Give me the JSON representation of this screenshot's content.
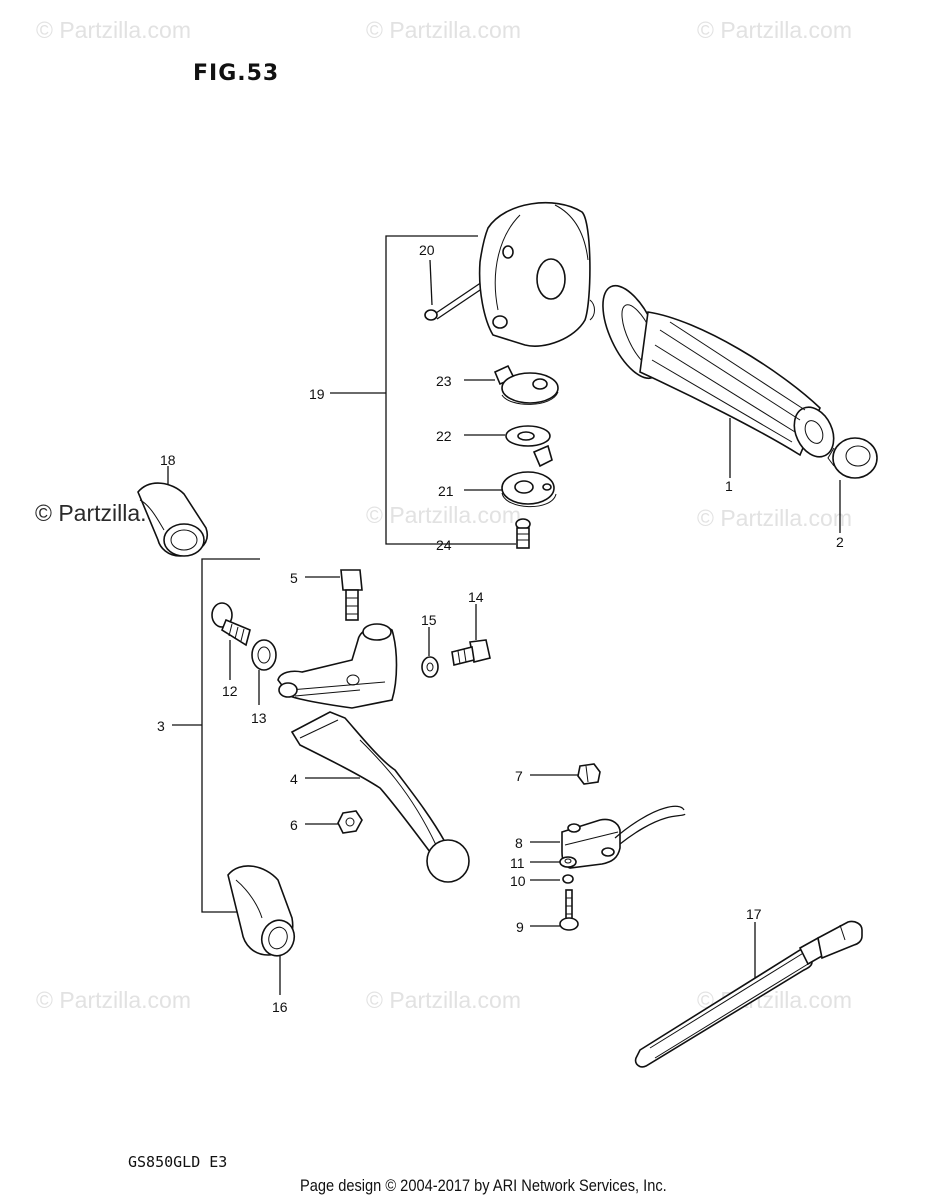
{
  "figure": {
    "title": "FIG.53",
    "model": "GS850GLD E3"
  },
  "footer": {
    "copyright": "Page design © 2004-2017 by ARI Network Services, Inc."
  },
  "watermark": {
    "text": "© Partzilla.com",
    "color": "#e2e2e2",
    "dark_text": "© Partzilla.com"
  },
  "parts": [
    {
      "id": "p1",
      "number": "1",
      "item": "grip-icon"
    },
    {
      "id": "p2",
      "number": "2",
      "item": "grip-end-cap-icon"
    },
    {
      "id": "p3",
      "number": "3",
      "item": "lever-assembly-bracket"
    },
    {
      "id": "p4",
      "number": "4",
      "item": "clutch-lever-icon"
    },
    {
      "id": "p5",
      "number": "5",
      "item": "pivot-bolt-icon"
    },
    {
      "id": "p6",
      "number": "6",
      "item": "nut-icon"
    },
    {
      "id": "p7",
      "number": "7",
      "item": "clip-icon"
    },
    {
      "id": "p8",
      "number": "8",
      "item": "switch-icon"
    },
    {
      "id": "p9",
      "number": "9",
      "item": "screw-icon"
    },
    {
      "id": "p10",
      "number": "10",
      "item": "washer-icon"
    },
    {
      "id": "p11",
      "number": "11",
      "item": "washer-icon"
    },
    {
      "id": "p12",
      "number": "12",
      "item": "adjuster-bolt-icon"
    },
    {
      "id": "p13",
      "number": "13",
      "item": "lock-nut-icon"
    },
    {
      "id": "p14",
      "number": "14",
      "item": "bolt-icon"
    },
    {
      "id": "p15",
      "number": "15",
      "item": "washer-icon"
    },
    {
      "id": "p16",
      "number": "16",
      "item": "boot-icon"
    },
    {
      "id": "p17",
      "number": "17",
      "item": "band-icon"
    },
    {
      "id": "p18",
      "number": "18",
      "item": "boot-icon"
    },
    {
      "id": "p19",
      "number": "19",
      "item": "choke-lever-assembly-bracket"
    },
    {
      "id": "p20",
      "number": "20",
      "item": "screw-icon"
    },
    {
      "id": "p21",
      "number": "21",
      "item": "choke-lever-icon"
    },
    {
      "id": "p22",
      "number": "22",
      "item": "washer-icon"
    },
    {
      "id": "p23",
      "number": "23",
      "item": "plate-icon"
    },
    {
      "id": "p24",
      "number": "24",
      "item": "screw-icon"
    }
  ]
}
